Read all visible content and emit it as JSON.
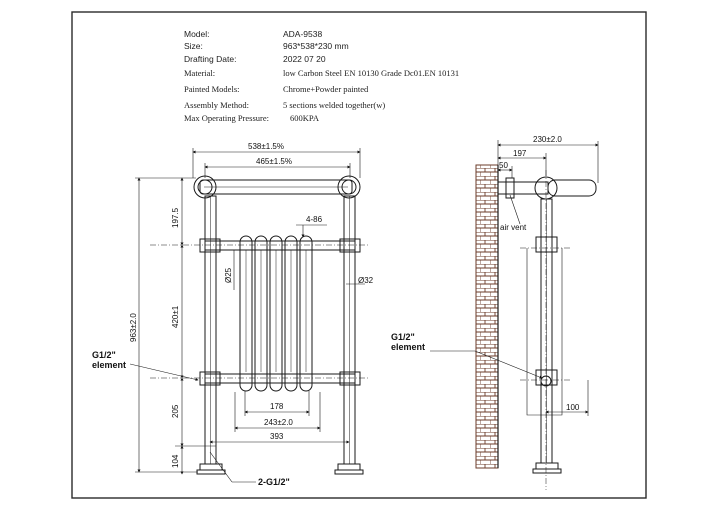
{
  "specs": {
    "model": {
      "label": "Model:",
      "value": "ADA-9538"
    },
    "size": {
      "label": "Size:",
      "value": "963*538*230 mm"
    },
    "drafting_date": {
      "label": "Drafting Date:",
      "value": "2022 07 20"
    },
    "material": {
      "label": "Material:",
      "value": "low Carbon Steel  EN 10130 Grade Dc01.EN 10131"
    },
    "painted_models": {
      "label": "Painted Models:",
      "value": "Chrome+Powder painted"
    },
    "assembly_method": {
      "label": "Assembly Method:",
      "value": "5 sections welded together(w)"
    },
    "max_pressure": {
      "label": "Max Operating Pressure:",
      "value": "600KPA"
    }
  },
  "front_view": {
    "dims": {
      "width_overall": "538±1.5%",
      "width_inner": "465±1.5%",
      "section_count": "4-86",
      "top_offset": "197.5",
      "panel_dia": "Ø25",
      "pipe_dia": "Ø32",
      "centres_vertical": "420±1",
      "height_overall": "963±2.0",
      "panel_inner": "178",
      "panel_outer": "243±2.0",
      "leg_spacing": "393",
      "lower_height": "205",
      "foot_height": "104"
    },
    "labels": {
      "element": "G1/2\"\nelement",
      "feet": "2-G1/2\""
    }
  },
  "side_view": {
    "dims": {
      "depth_overall": "230±2.0",
      "wall_offset": "197",
      "vent_offset": "50",
      "bottom_offset": "100"
    },
    "labels": {
      "air_vent": "air vent",
      "element": "G1/2\"\nelement"
    }
  },
  "colors": {
    "line": "#1a1a1a",
    "hatch": "#6b3b2a",
    "frame": "#2a2a2a"
  }
}
